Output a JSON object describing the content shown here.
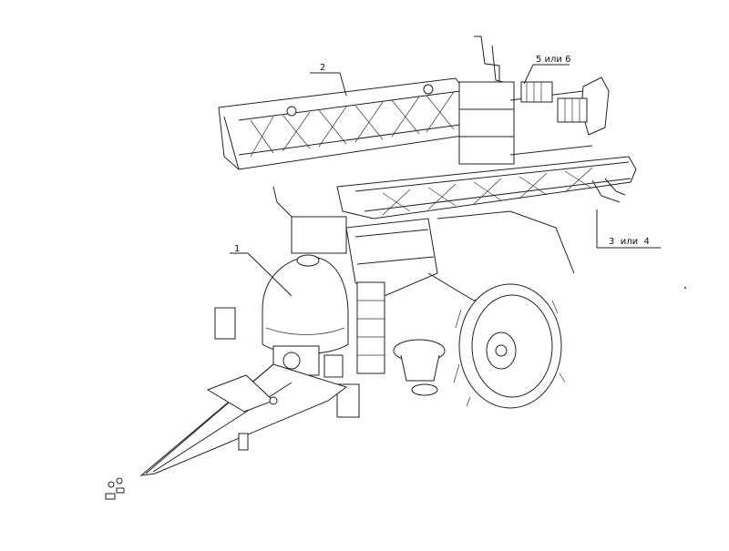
{
  "callouts": {
    "c1": "1",
    "c2": "2",
    "c3": "3  или  4",
    "c5": "5 или 6"
  },
  "colors": {
    "line": "#222222",
    "background": "#ffffff"
  }
}
